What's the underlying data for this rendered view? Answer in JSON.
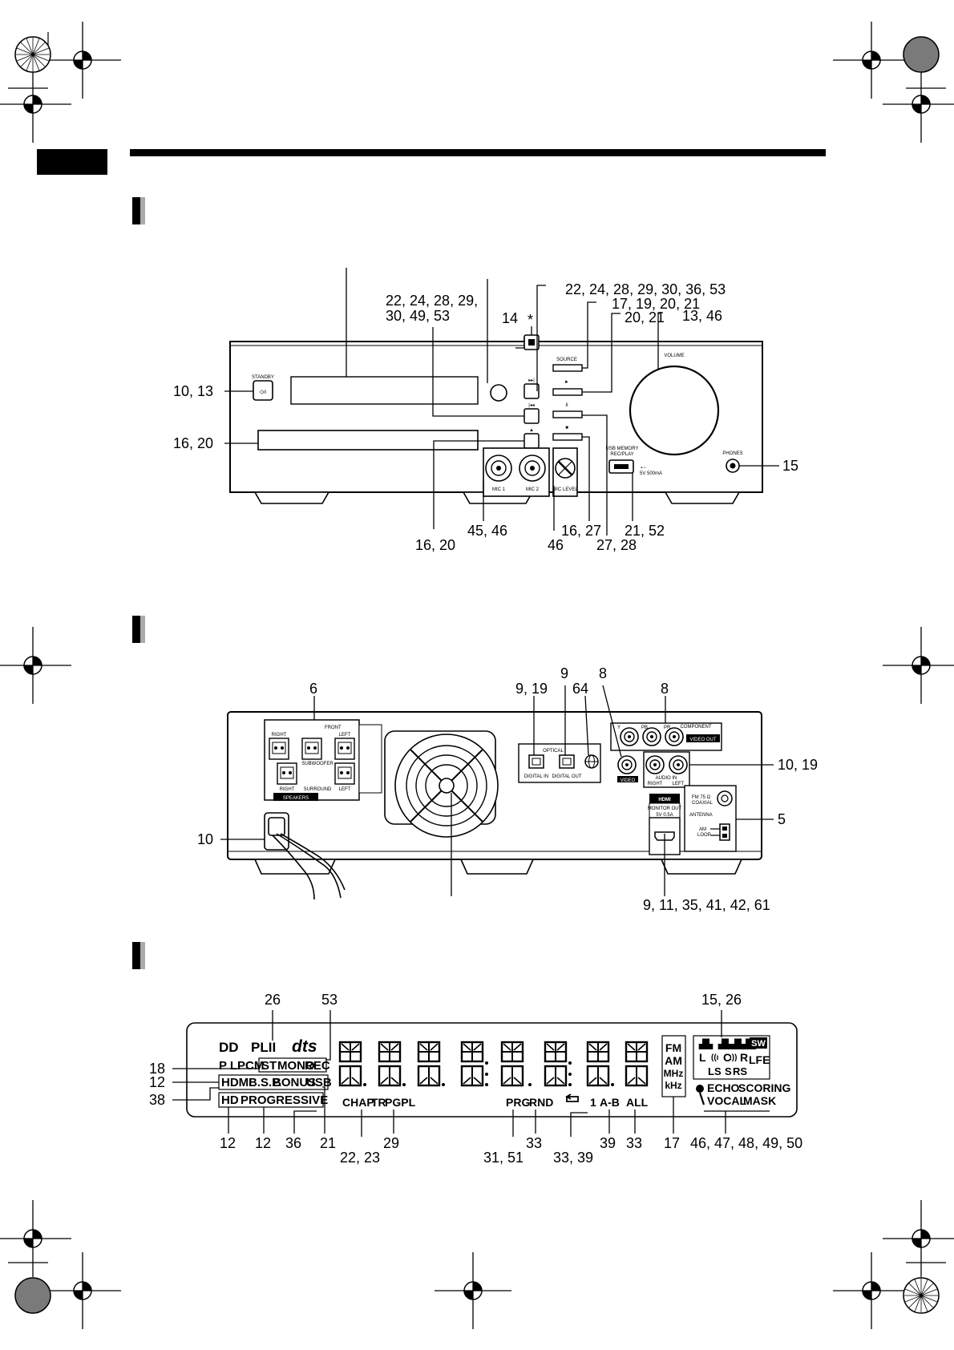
{
  "front": {
    "labels": {
      "standby": "STANDBY",
      "source": "SOURCE",
      "volume": "VOLUME",
      "phones": "PHONES",
      "mic1": "MIC 1",
      "mic2": "MIC 2",
      "mic_level": "MIC LEVEL",
      "usb_memory": "USB MEMORY",
      "usb_rec": "REC/PLAY",
      "usb_power": "5V 500mA",
      "star": "*"
    },
    "callouts": {
      "c_22_30_53": "22, 24, 28, 29, 30, 36, 53",
      "c_17_19": "17, 19, 20, 21",
      "c_20_21": "20, 21",
      "c_13_46": "13, 46",
      "c_left_a": "22, 24, 28, 29,",
      "c_left_b": "30, 49, 53",
      "c_14": "14",
      "c_10_13": "10, 13",
      "c_16_20_left": "16, 20",
      "c_15": "15",
      "c_45_46": "45, 46",
      "c_16_20_bottom": "16, 20",
      "c_46": "46",
      "c_16_27": "16, 27",
      "c_27_28": "27, 28",
      "c_21_52": "21, 52"
    }
  },
  "rear": {
    "labels": {
      "front": "FRONT",
      "right": "RIGHT",
      "left": "LEFT",
      "subwoofer": "SUBWOOFER",
      "surround": "SURROUND",
      "speakers": "SPEAKERS",
      "optical": "OPTICAL",
      "digital_in": "DIGITAL IN",
      "digital_out": "DIGITAL OUT",
      "component": "COMPONENT",
      "video_out": "VIDEO OUT",
      "y": "Y",
      "pb": "PB",
      "pr": "PR",
      "video": "VIDEO",
      "audio_in": "AUDIO IN",
      "hdmi": "HDMI",
      "monitor_out": "MONITOR OUT",
      "hdmi_power": "5V 0.5A",
      "fm": "FM 75 Ω",
      "coaxial": "COAXIAL",
      "antenna": "ANTENNA",
      "am": "AM",
      "loop": "LOOP"
    },
    "callouts": {
      "c_6": "6",
      "c_9_19": "9, 19",
      "c_9": "9",
      "c_64": "64",
      "c_8a": "8",
      "c_8b": "8",
      "c_10_19": "10, 19",
      "c_5": "5",
      "c_10": "10",
      "c_9_61": "9, 11, 35, 41, 42, 61"
    }
  },
  "display": {
    "indicators": {
      "dolby": "DD",
      "dpl": "PLII",
      "dts": "dts",
      "pl": "P L",
      "pcm": "PCM",
      "st": "ST",
      "mono": "MONO",
      "rec": "REC",
      "hdmi": "HDMI",
      "bsp": "B.S.P.",
      "bonus": "BONUS",
      "usb": "USB",
      "hd": "HD",
      "progressive": "PROGRESSIVE",
      "chap": "CHAP.",
      "tr": "TR",
      "pgpl": "PGPL",
      "prg": "PRG",
      "rnd": "RND",
      "repeat_one": "1",
      "ab": "A-B",
      "all": "ALL",
      "fm": "FM",
      "am": "AM",
      "mhz": "MHz",
      "khz": "kHz",
      "sw": "SW",
      "ch_l": "L",
      "ch_c": "C",
      "ch_r": "R",
      "lfe": "LFE",
      "ls": "LS",
      "s": "S",
      "rs": "RS",
      "echo": "ECHO",
      "scoring": "SCORING",
      "vocal": "VOCAL",
      "mask": "MASK"
    },
    "callouts": {
      "c_26": "26",
      "c_53": "53",
      "c_15_26": "15, 26",
      "c_18": "18",
      "c_12_left": "12",
      "c_38": "38",
      "c_12_b1": "12",
      "c_12_b2": "12",
      "c_36": "36",
      "c_21": "21",
      "c_22_23": "22, 23",
      "c_29": "29",
      "c_31_51": "31, 51",
      "c_33a": "33",
      "c_33_39": "33, 39",
      "c_39": "39",
      "c_33b": "33",
      "c_17": "17",
      "c_46_50": "46, 47, 48, 49, 50"
    }
  }
}
